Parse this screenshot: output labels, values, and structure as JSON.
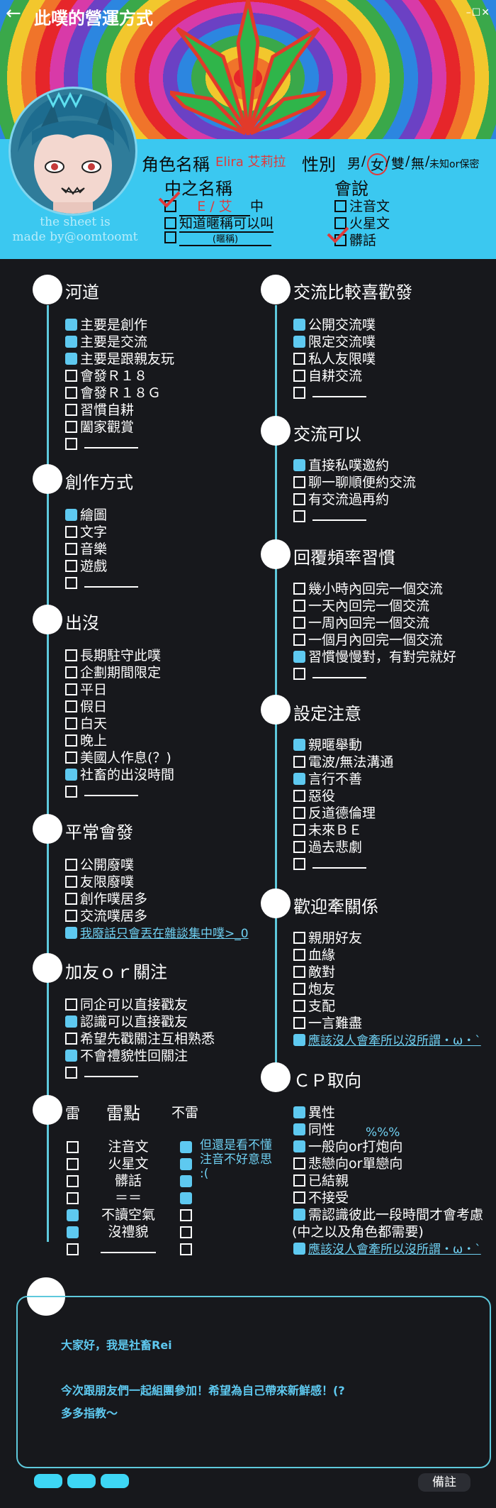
{
  "header": {
    "title": "此噗的營運方式",
    "back_icon": "back-arrow-icon",
    "window_controls": "–☐✕",
    "credit": [
      "the sheet is",
      "made by@oomtoomt"
    ],
    "character_name_label": "角色名稱",
    "character_name_value": "Elira 艾莉拉",
    "gender_label": "性別",
    "gender_options": [
      "男",
      "/",
      "女",
      "/",
      "雙",
      "/",
      "無",
      "/",
      "未知or保密"
    ],
    "gender_selected": "女",
    "chinese_name_label": "中之名稱",
    "chinese_name_options": [
      "E / 艾",
      "中",
      "知道暱稱可以叫",
      "(暱稱)"
    ],
    "speaks_label": "會說",
    "speaks_options": [
      "注音文",
      "火星文",
      "髒話"
    ]
  },
  "sections": {
    "river": {
      "title": "河道",
      "items": [
        "主要是創作",
        "主要是交流",
        "主要是跟親友玩",
        "會發Ｒ１８",
        "會發Ｒ１８Ｇ",
        "習慣自耕",
        "闔家觀賞",
        ""
      ],
      "marked": [
        true,
        true,
        true,
        false,
        false,
        false,
        false,
        false
      ]
    },
    "creation": {
      "title": "創作方式",
      "items": [
        "繪圖",
        "文字",
        "音樂",
        "遊戲",
        ""
      ],
      "marked": [
        true,
        false,
        false,
        false,
        false
      ]
    },
    "presence": {
      "title": "出沒",
      "items": [
        "長期駐守此噗",
        "企劃期間限定",
        "平日",
        "假日",
        "白天",
        "晚上",
        "美國人作息(？)",
        "社畜的出沒時間",
        ""
      ],
      "marked": [
        false,
        false,
        false,
        false,
        false,
        false,
        false,
        true,
        false
      ]
    },
    "usual_posts": {
      "title": "平常會發",
      "items": [
        "公開廢噗",
        "友限廢噗",
        "創作噗居多",
        "交流噗居多"
      ],
      "marked": [
        false,
        false,
        false,
        false
      ],
      "note": "我廢話只會丟在雜談集中噗>_0"
    },
    "friends": {
      "title": "加友ｏｒ關注",
      "items": [
        "同企可以直接戳友",
        "認識可以直接戳友",
        "希望先戳關注互相熟悉",
        "不會禮貌性回關注",
        ""
      ],
      "marked": [
        false,
        true,
        false,
        true,
        false
      ]
    },
    "mines": {
      "title": "雷",
      "col_mine": "雷點",
      "col_ok": "不雷",
      "rows": [
        "注音文",
        "火星文",
        "髒話",
        "＝＝",
        "不讀空氣",
        "沒禮貌",
        ""
      ],
      "mine_marked": [
        false,
        false,
        false,
        false,
        true,
        true,
        false
      ],
      "ok_marked": [
        true,
        true,
        true,
        true,
        false,
        false,
        false
      ],
      "note": [
        "但還是看不懂",
        "注音不好意思",
        ":("
      ]
    },
    "exchange_pref": {
      "title": "交流比較喜歡發",
      "items": [
        "公開交流噗",
        "限定交流噗",
        "私人友限噗",
        "自耕交流",
        ""
      ],
      "marked": [
        true,
        true,
        false,
        false,
        false
      ]
    },
    "exchange_ok": {
      "title": "交流可以",
      "items": [
        "直接私噗邀約",
        "聊一聊順便約交流",
        "有交流過再約",
        ""
      ],
      "marked": [
        true,
        false,
        false,
        false
      ]
    },
    "reply": {
      "title": "回覆頻率習慣",
      "items": [
        "幾小時內回完一個交流",
        "一天內回完一個交流",
        "一周內回完一個交流",
        "一個月內回完一個交流",
        "習慣慢慢對，有對完就好",
        ""
      ],
      "marked": [
        false,
        false,
        false,
        false,
        true,
        false
      ]
    },
    "setting": {
      "title": "設定注意",
      "items": [
        "親暱舉動",
        "電波/無法溝通",
        "言行不善",
        "惡役",
        "反道德倫理",
        "未來ＢＥ",
        "過去悲劇",
        ""
      ],
      "marked": [
        true,
        false,
        true,
        false,
        false,
        false,
        false,
        false
      ]
    },
    "relations": {
      "title": "歡迎牽關係",
      "items": [
        "親朋好友",
        "血緣",
        "敵對",
        "炮友",
        "支配",
        "一言難盡"
      ],
      "marked": [
        false,
        false,
        false,
        false,
        false,
        false
      ],
      "note": "應該沒人會牽所以沒所謂・ω・`"
    },
    "cp": {
      "title": "ＣＰ取向",
      "items": [
        "異性",
        "同性",
        "一般向or打炮向",
        "悲戀向or單戀向",
        "已結親",
        "不接受",
        "需認識彼此一段時間才會考慮"
      ],
      "marked": [
        true,
        true,
        true,
        false,
        false,
        false,
        true
      ],
      "extra": "(中之以及角色都需要)",
      "annotation": "%%%",
      "note": "應該沒人會牽所以沒所謂・ω・`"
    }
  },
  "intro": {
    "lines": [
      "大家好，我是社畜Rei",
      "今次跟朋友們一起組團參加！希望為自己帶來新鮮感！(?",
      "多多指教～"
    ]
  },
  "footer": {
    "remark_label": "備註"
  },
  "colors": {
    "background": "#17181c",
    "accent": "#5ec9dc",
    "banner": "#3bc8f0",
    "highlight": "#e03a3a"
  }
}
